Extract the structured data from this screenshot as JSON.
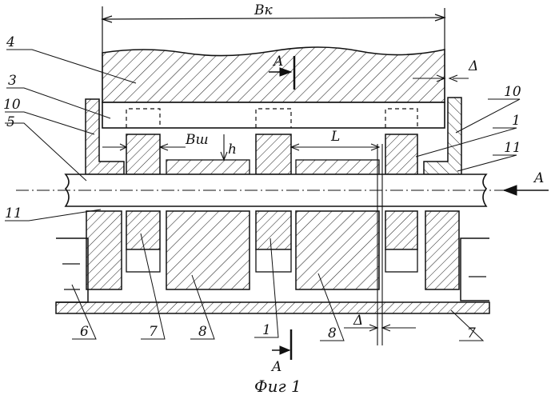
{
  "figure": {
    "dimensions": {
      "bk": "Bк",
      "bsh": "Bш",
      "h": "h",
      "l": "L",
      "delta_top": "Δ",
      "delta_bottom": "Δ"
    },
    "section_marks": {
      "top": "A",
      "bottom": "A",
      "right": "A"
    },
    "callouts": {
      "c4": "4",
      "c3": "3",
      "c10_left": "10",
      "c5": "5",
      "c11_left": "11",
      "c10_right": "10",
      "c1_right": "1",
      "c11_right": "11",
      "c6": "6",
      "c7_a": "7",
      "c8_a": "8",
      "c1_b": "1",
      "c8_b": "8",
      "c7_b": "7"
    },
    "caption": "Фиг 1"
  }
}
